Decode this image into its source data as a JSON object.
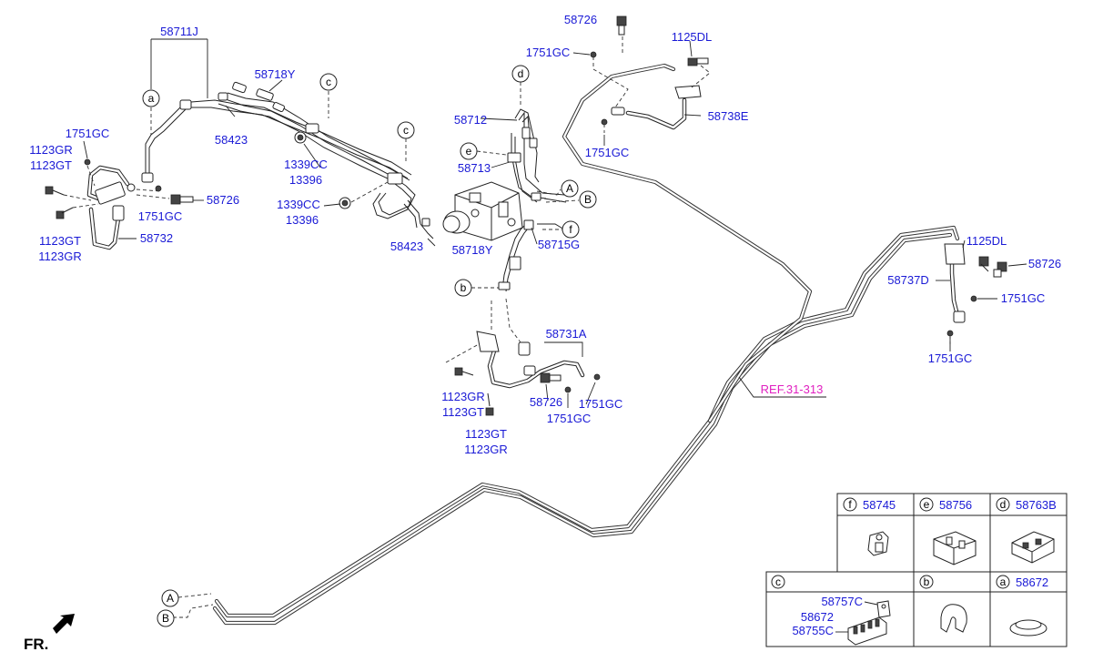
{
  "labels": {
    "p58711J": "58711J",
    "p58718Y_top": "58718Y",
    "p58423_top": "58423",
    "p1751GC_left": "1751GC",
    "p1123GR_left_top": "1123GR",
    "p1123GT_left_top": "1123GT",
    "p1751GC_left2": "1751GC",
    "p58726_left": "58726",
    "p1123GT_left_bot": "1123GT",
    "p1123GR_left_bot": "1123GR",
    "p58732": "58732",
    "p1339CC_1": "1339CC",
    "p13396_1": "13396",
    "p1339CC_2": "1339CC",
    "p13396_2": "13396",
    "p58423_bot": "58423",
    "p58718Y_bot": "58718Y",
    "p58712": "58712",
    "p58713": "58713",
    "p58715G": "58715G",
    "p58726_top": "58726",
    "p1751GC_top": "1751GC",
    "p1125DL_top": "1125DL",
    "p58738E": "58738E",
    "p1751GC_mid": "1751GC",
    "p58731A": "58731A",
    "p1123GR_mid": "1123GR",
    "p1123GT_mid": "1123GT",
    "p58726_mid": "58726",
    "p1751GC_mid2": "1751GC",
    "p1751GC_mid3": "1751GC",
    "p1123GT_mid2": "1123GT",
    "p1123GR_mid2": "1123GR",
    "p1125DL_right": "1125DL",
    "p58726_right": "58726",
    "p58737D": "58737D",
    "p1751GC_right": "1751GC",
    "p1751GC_right2": "1751GC",
    "ref": "REF.31-313",
    "fr": "FR."
  },
  "callouts": {
    "a": "a",
    "b": "b",
    "c": "c",
    "d": "d",
    "e": "e",
    "f": "f",
    "A": "A",
    "B": "B"
  },
  "legend": {
    "f": {
      "letter": "f",
      "part": "58745"
    },
    "e": {
      "letter": "e",
      "part": "58756"
    },
    "d": {
      "letter": "d",
      "part": "58763B"
    },
    "c": {
      "letter": "c",
      "parts": [
        "58757C",
        "58672",
        "58755C"
      ]
    },
    "b": {
      "letter": "b"
    },
    "a": {
      "letter": "a",
      "part": "58672"
    }
  },
  "colors": {
    "part_number": "#1a1ad6",
    "reference": "#e020c0",
    "line": "#222222"
  }
}
